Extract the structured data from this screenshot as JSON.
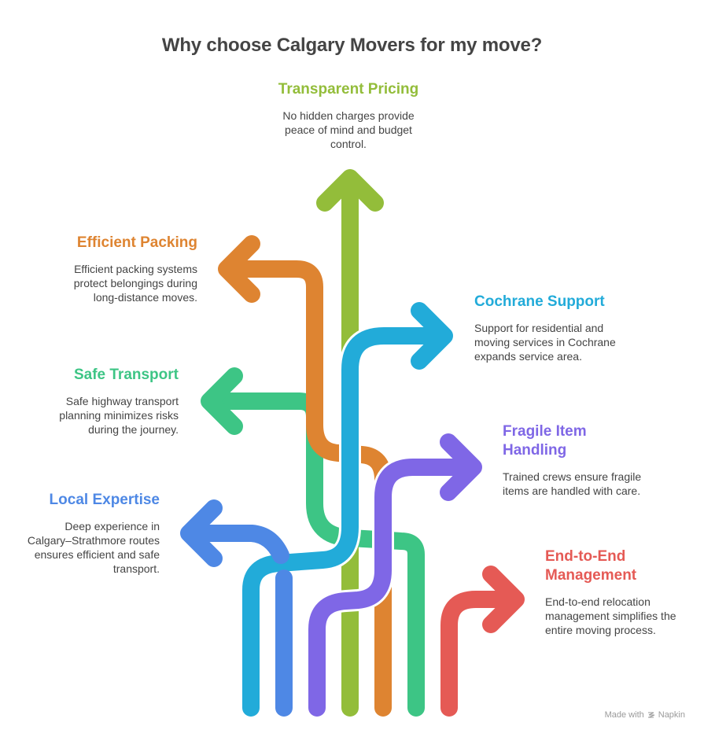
{
  "title": "Why choose Calgary Movers for my move?",
  "items": [
    {
      "key": "transparent-pricing",
      "heading": "Transparent Pricing",
      "description": "No hidden charges provide peace of mind and budget control.",
      "color": "#93BD3A",
      "direction": "up"
    },
    {
      "key": "efficient-packing",
      "heading": "Efficient Packing",
      "description": "Efficient packing systems protect belongings during long-distance moves.",
      "color": "#DE8431",
      "direction": "left"
    },
    {
      "key": "cochrane-support",
      "heading": "Cochrane Support",
      "description": "Support for residential and moving services in Cochrane expands service area.",
      "color": "#22ABD9",
      "direction": "right"
    },
    {
      "key": "safe-transport",
      "heading": "Safe Transport",
      "description": "Safe highway transport planning minimizes risks during the journey.",
      "color": "#3DC585",
      "direction": "left"
    },
    {
      "key": "fragile-item-handling",
      "heading": "Fragile Item Handling",
      "heading_lines": [
        "Fragile Item",
        "Handling"
      ],
      "description": "Trained crews ensure fragile items are handled with care.",
      "color": "#7F67E6",
      "direction": "right"
    },
    {
      "key": "local-expertise",
      "heading": "Local Expertise",
      "description": "Deep experience in Calgary–Strathmore routes ensures efficient and safe transport.",
      "color": "#4E88E5",
      "direction": "left"
    },
    {
      "key": "end-to-end-management",
      "heading": "End-to-End Management",
      "heading_lines": [
        "End-to-End",
        "Management"
      ],
      "description": "End-to-end relocation management simplifies the entire moving process.",
      "color": "#E55A55",
      "direction": "right"
    }
  ],
  "footer": {
    "made_with": "Made with",
    "brand": "Napkin"
  }
}
